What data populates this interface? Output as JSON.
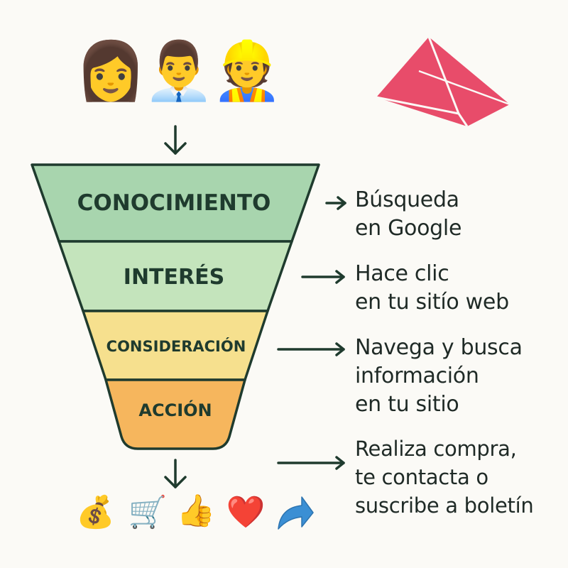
{
  "funnel": {
    "stages": [
      {
        "label": "CONOCIMIENTO",
        "color": "#a8d5ae"
      },
      {
        "label": "INTERÉS",
        "color": "#c4e4bc"
      },
      {
        "label": "CONSIDERACIÓN",
        "color": "#f6e08e"
      },
      {
        "label": "ACCIÓN",
        "color": "#f6b65d"
      }
    ],
    "outline_color": "#1f3b2e"
  },
  "descriptions": [
    {
      "lines": [
        "Búsqueda",
        "en Google"
      ]
    },
    {
      "lines": [
        "Hace clic",
        "en tu sitío web"
      ]
    },
    {
      "lines": [
        "Navega y busca",
        "información",
        "en tu sitio"
      ]
    },
    {
      "lines": [
        "Realiza compra,",
        "te contacta o",
        "suscribe a boletín"
      ]
    }
  ],
  "audience_icons": [
    "woman-icon",
    "man-with-glasses-icon",
    "worker-man-icon"
  ],
  "outcome_icons": [
    "money-bag-icon",
    "shopping-cart-icon",
    "thumbs-up-icon",
    "heart-icon",
    "share-arrow-icon"
  ],
  "logo": {
    "name": "pyramid-logo",
    "color": "#e84c6a"
  }
}
